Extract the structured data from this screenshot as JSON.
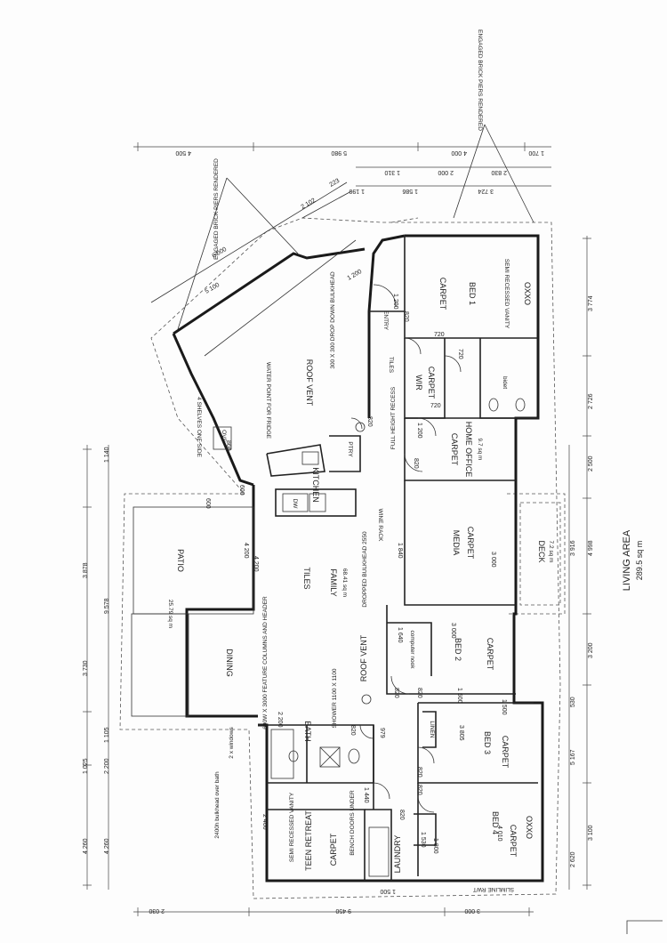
{
  "drawing": {
    "living_area_label": "LIVING AREA",
    "living_area_value": "289.5 sq m",
    "rooms": {
      "bed1": "BED 1",
      "bed1_floor": "CARPET",
      "semi_recessed_vanity_1": "SEMI RECESSED VANITY",
      "oxxo_1": "OXXO",
      "bidet": "bidet",
      "wir": "WIR",
      "wir_floor": "CARPET",
      "entry": "ENTRY",
      "tiles_entry": "TILES",
      "roof_vent_1": "ROOF VENT",
      "water_point": "WATER POINT FOR FRIDGE",
      "four_shelves": "4 SHELVES ONE SIDE",
      "ovs": "OVS",
      "bulkhead_300": "300 X 300 DROP DOWN BULKHEAD",
      "full_height_recess": "FULL HEIGHT RECESS",
      "ptry": "PTRY",
      "kitchen": "KITCHEN",
      "dw": "DW",
      "wine_rack": "WINE RACK",
      "home_office": "HOME OFFICE",
      "home_office_floor": "CARPET",
      "home_office_area": "9.7 sq m",
      "patio": "PATIO",
      "patio_area": "25.79 sq m",
      "tiles_family": "TILES",
      "family": "FAMILY",
      "family_area": "68.41 sq m",
      "dropped_bulkhead": "DROPPED BULKHEAD 2550",
      "media": "MEDIA",
      "media_floor": "CARPET",
      "deck": "DECK",
      "deck_area": "7.2 sq m",
      "feature_columns": "600W X 3000 FEATURE COLUMNS AND HEADER",
      "dining": "DINING",
      "computer_nook": "computer nook",
      "bed2": "BED 2",
      "bed2_floor": "CARPET",
      "shower": "SHOWER 1100 X 1100",
      "roof_vent_2": "ROOF VENT",
      "two_windows": "2 x windows",
      "bath": "BATH",
      "linen": "LINEN",
      "bed3": "BED 3",
      "bed3_floor": "CARPET",
      "bulkhead_2400": "2400h bulkhead over bath",
      "semi_recessed_vanity_2": "SEMI RECESSED VANITY",
      "teen_retreat": "TEEN RETREAT",
      "teen_floor": "CARPET",
      "bench_doors": "BENCH DOORS UNDER",
      "laundry": "LAUNDRY",
      "bed4": "BED 4",
      "bed4_floor": "CARPET",
      "oxxo_2": "OXXO",
      "slimline_rwt": "SLIMLINE RWT",
      "engaged_piers_1": "ENGAGED BRICK PIERS RENDERED",
      "engaged_piers_2": "ENGAGED BRICK PIERS RENDERED"
    },
    "dims_top": {
      "d4500": "4 500",
      "d5980": "5 980",
      "d4000": "4 000",
      "d1700": "1 700",
      "d1310": "1 310",
      "d2000": "2 000",
      "d2830": "2 830",
      "d1190": "1 190",
      "d1586": "1 586",
      "d3724": "3 724"
    },
    "dims_left": {
      "d1140": "1 140",
      "d3878": "3 878",
      "d9578": "9 578",
      "d3730": "3 730",
      "d1105": "1 105",
      "d2200": "2 200",
      "d1025": "1 025",
      "d4260a": "4 260",
      "d4260b": "4 260"
    },
    "dims_right": {
      "d3774": "3 774",
      "d2726": "2 726",
      "d2500": "2 500",
      "d4998": "4 998",
      "d3916": "3 916",
      "d3200": "3 200",
      "d530": "530",
      "d5167": "5 167",
      "d3100": "3 100",
      "d2620": "2 620"
    },
    "dims_bottom": {
      "d2030": "2 030",
      "d9450": "9 450",
      "d3000": "3 000",
      "d1500": "1 500"
    },
    "dims_inner": {
      "d6000": "6 000",
      "d5100": "5 100",
      "d2102": "2 102",
      "d223": "223",
      "d1200a": "1 200",
      "d1200b": "1 200",
      "d820a": "820",
      "d720a": "720",
      "d720b": "720",
      "d720c": "720",
      "d1200c": "1 200",
      "d820b": "820",
      "d820c": "820",
      "d860": "860",
      "d600a": "600",
      "d600b": "600",
      "d4200a": "4 200",
      "d4200b": "4 200",
      "d1840": "1 840",
      "d3000": "3 000",
      "d3000b": "3 000",
      "d1640": "1 640",
      "d3000c": "3 000",
      "d820d": "820",
      "d820e": "820",
      "d1500": "1 500",
      "d1500b": "1 500",
      "d2200": "2 200",
      "d820f": "820",
      "d979": "979",
      "d820g": "820",
      "d3805": "3 805",
      "d2400": "2 400",
      "d1440": "1 440",
      "d820h": "820",
      "d820i": "820",
      "d1530": "1 530",
      "d1800": "1 800",
      "d4010": "4 010"
    }
  }
}
